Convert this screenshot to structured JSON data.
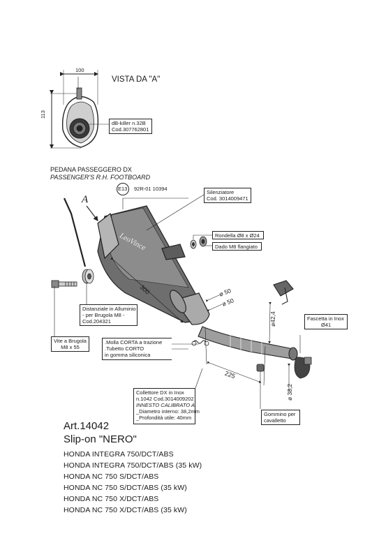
{
  "view": {
    "title": "VISTA DA \"A\"",
    "width_dim": "100",
    "height_dim": "113",
    "dbkiller": [
      "dB-killer n.32B",
      "Cod.307762801"
    ]
  },
  "footboard": {
    "it": "PEDANA PASSEGGERO DX",
    "en": "PASSENGER'S R.H. FOOTBOARD"
  },
  "homologation": {
    "mark": "E13",
    "code": "92R-01 10394"
  },
  "arrow_label": "A",
  "brand_logo": "LeoVince",
  "dims": {
    "length_300": "300",
    "d50a": "ø 50",
    "d50b": "ø 50",
    "d42": "ø42,4",
    "len225": "225",
    "d38": "ø 38,2"
  },
  "labels": {
    "silenziatore": [
      "Silenziatore",
      "Cod. 3014009471"
    ],
    "rondella": "Rondella Ø8 x Ø24",
    "dado": "Dado M8 flangiato",
    "distanziale": [
      "Distanziale in Alluminio",
      "- per Brugola M8 -",
      "Cod.204321"
    ],
    "vite": [
      "Vite a Brugola",
      "M8 x 55"
    ],
    "molla": [
      ".Molla CORTA a trazione",
      ".Tubetto CORTO",
      "in gomma siliconica"
    ],
    "fascetta": [
      "Fascetta in Inox",
      "Ø41"
    ],
    "collettore": [
      "Collettore DX in Inox",
      "n.1042  Cod.3014009202",
      "INNESTO CALIBRATO A",
      "_Diametro interno: 38,2mm",
      "_Profondità utile: 40mm"
    ],
    "gommino": [
      "Gommino per",
      "cavalletto"
    ]
  },
  "article": {
    "code": "Art.14042",
    "name": "Slip-on  \"NERO\""
  },
  "models": [
    "HONDA INTEGRA 750/DCT/ABS",
    "HONDA INTEGRA 750/DCT/ABS (35 kW)",
    "HONDA NC 750 S/DCT/ABS",
    "HONDA NC 750 S/DCT/ABS (35 kW)",
    "HONDA NC 750 X/DCT/ABS",
    "HONDA NC 750 X/DCT/ABS (35 kW)"
  ]
}
